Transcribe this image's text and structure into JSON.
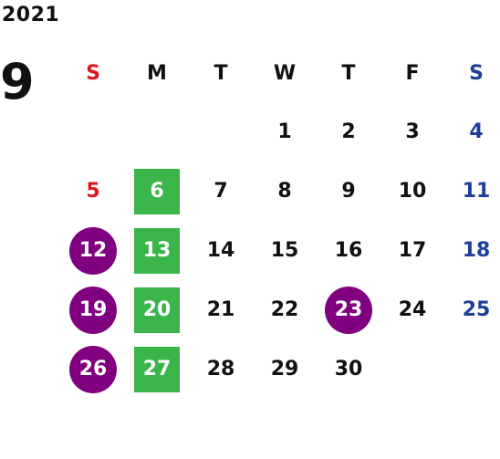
{
  "calendar": {
    "year": "2021",
    "month": "9",
    "weekdays": [
      "S",
      "M",
      "T",
      "W",
      "T",
      "F",
      "S"
    ],
    "weeks": [
      [
        {
          "day": "",
          "mark": ""
        },
        {
          "day": "",
          "mark": ""
        },
        {
          "day": "",
          "mark": ""
        },
        {
          "day": "1",
          "mark": ""
        },
        {
          "day": "2",
          "mark": ""
        },
        {
          "day": "3",
          "mark": ""
        },
        {
          "day": "4",
          "mark": ""
        }
      ],
      [
        {
          "day": "5",
          "mark": ""
        },
        {
          "day": "6",
          "mark": "green"
        },
        {
          "day": "7",
          "mark": ""
        },
        {
          "day": "8",
          "mark": ""
        },
        {
          "day": "9",
          "mark": ""
        },
        {
          "day": "10",
          "mark": ""
        },
        {
          "day": "11",
          "mark": ""
        }
      ],
      [
        {
          "day": "12",
          "mark": "purple"
        },
        {
          "day": "13",
          "mark": "green"
        },
        {
          "day": "14",
          "mark": ""
        },
        {
          "day": "15",
          "mark": ""
        },
        {
          "day": "16",
          "mark": ""
        },
        {
          "day": "17",
          "mark": ""
        },
        {
          "day": "18",
          "mark": ""
        }
      ],
      [
        {
          "day": "19",
          "mark": "purple"
        },
        {
          "day": "20",
          "mark": "green"
        },
        {
          "day": "21",
          "mark": ""
        },
        {
          "day": "22",
          "mark": ""
        },
        {
          "day": "23",
          "mark": "purple"
        },
        {
          "day": "24",
          "mark": ""
        },
        {
          "day": "25",
          "mark": ""
        }
      ],
      [
        {
          "day": "26",
          "mark": "purple"
        },
        {
          "day": "27",
          "mark": "green"
        },
        {
          "day": "28",
          "mark": ""
        },
        {
          "day": "29",
          "mark": ""
        },
        {
          "day": "30",
          "mark": ""
        },
        {
          "day": "",
          "mark": ""
        },
        {
          "day": "",
          "mark": ""
        }
      ]
    ]
  },
  "colors": {
    "sunday": "#e0151c",
    "saturday": "#1d3f9a",
    "circle_mark": "#800080",
    "square_mark": "#3ab54a",
    "text": "#111111"
  }
}
